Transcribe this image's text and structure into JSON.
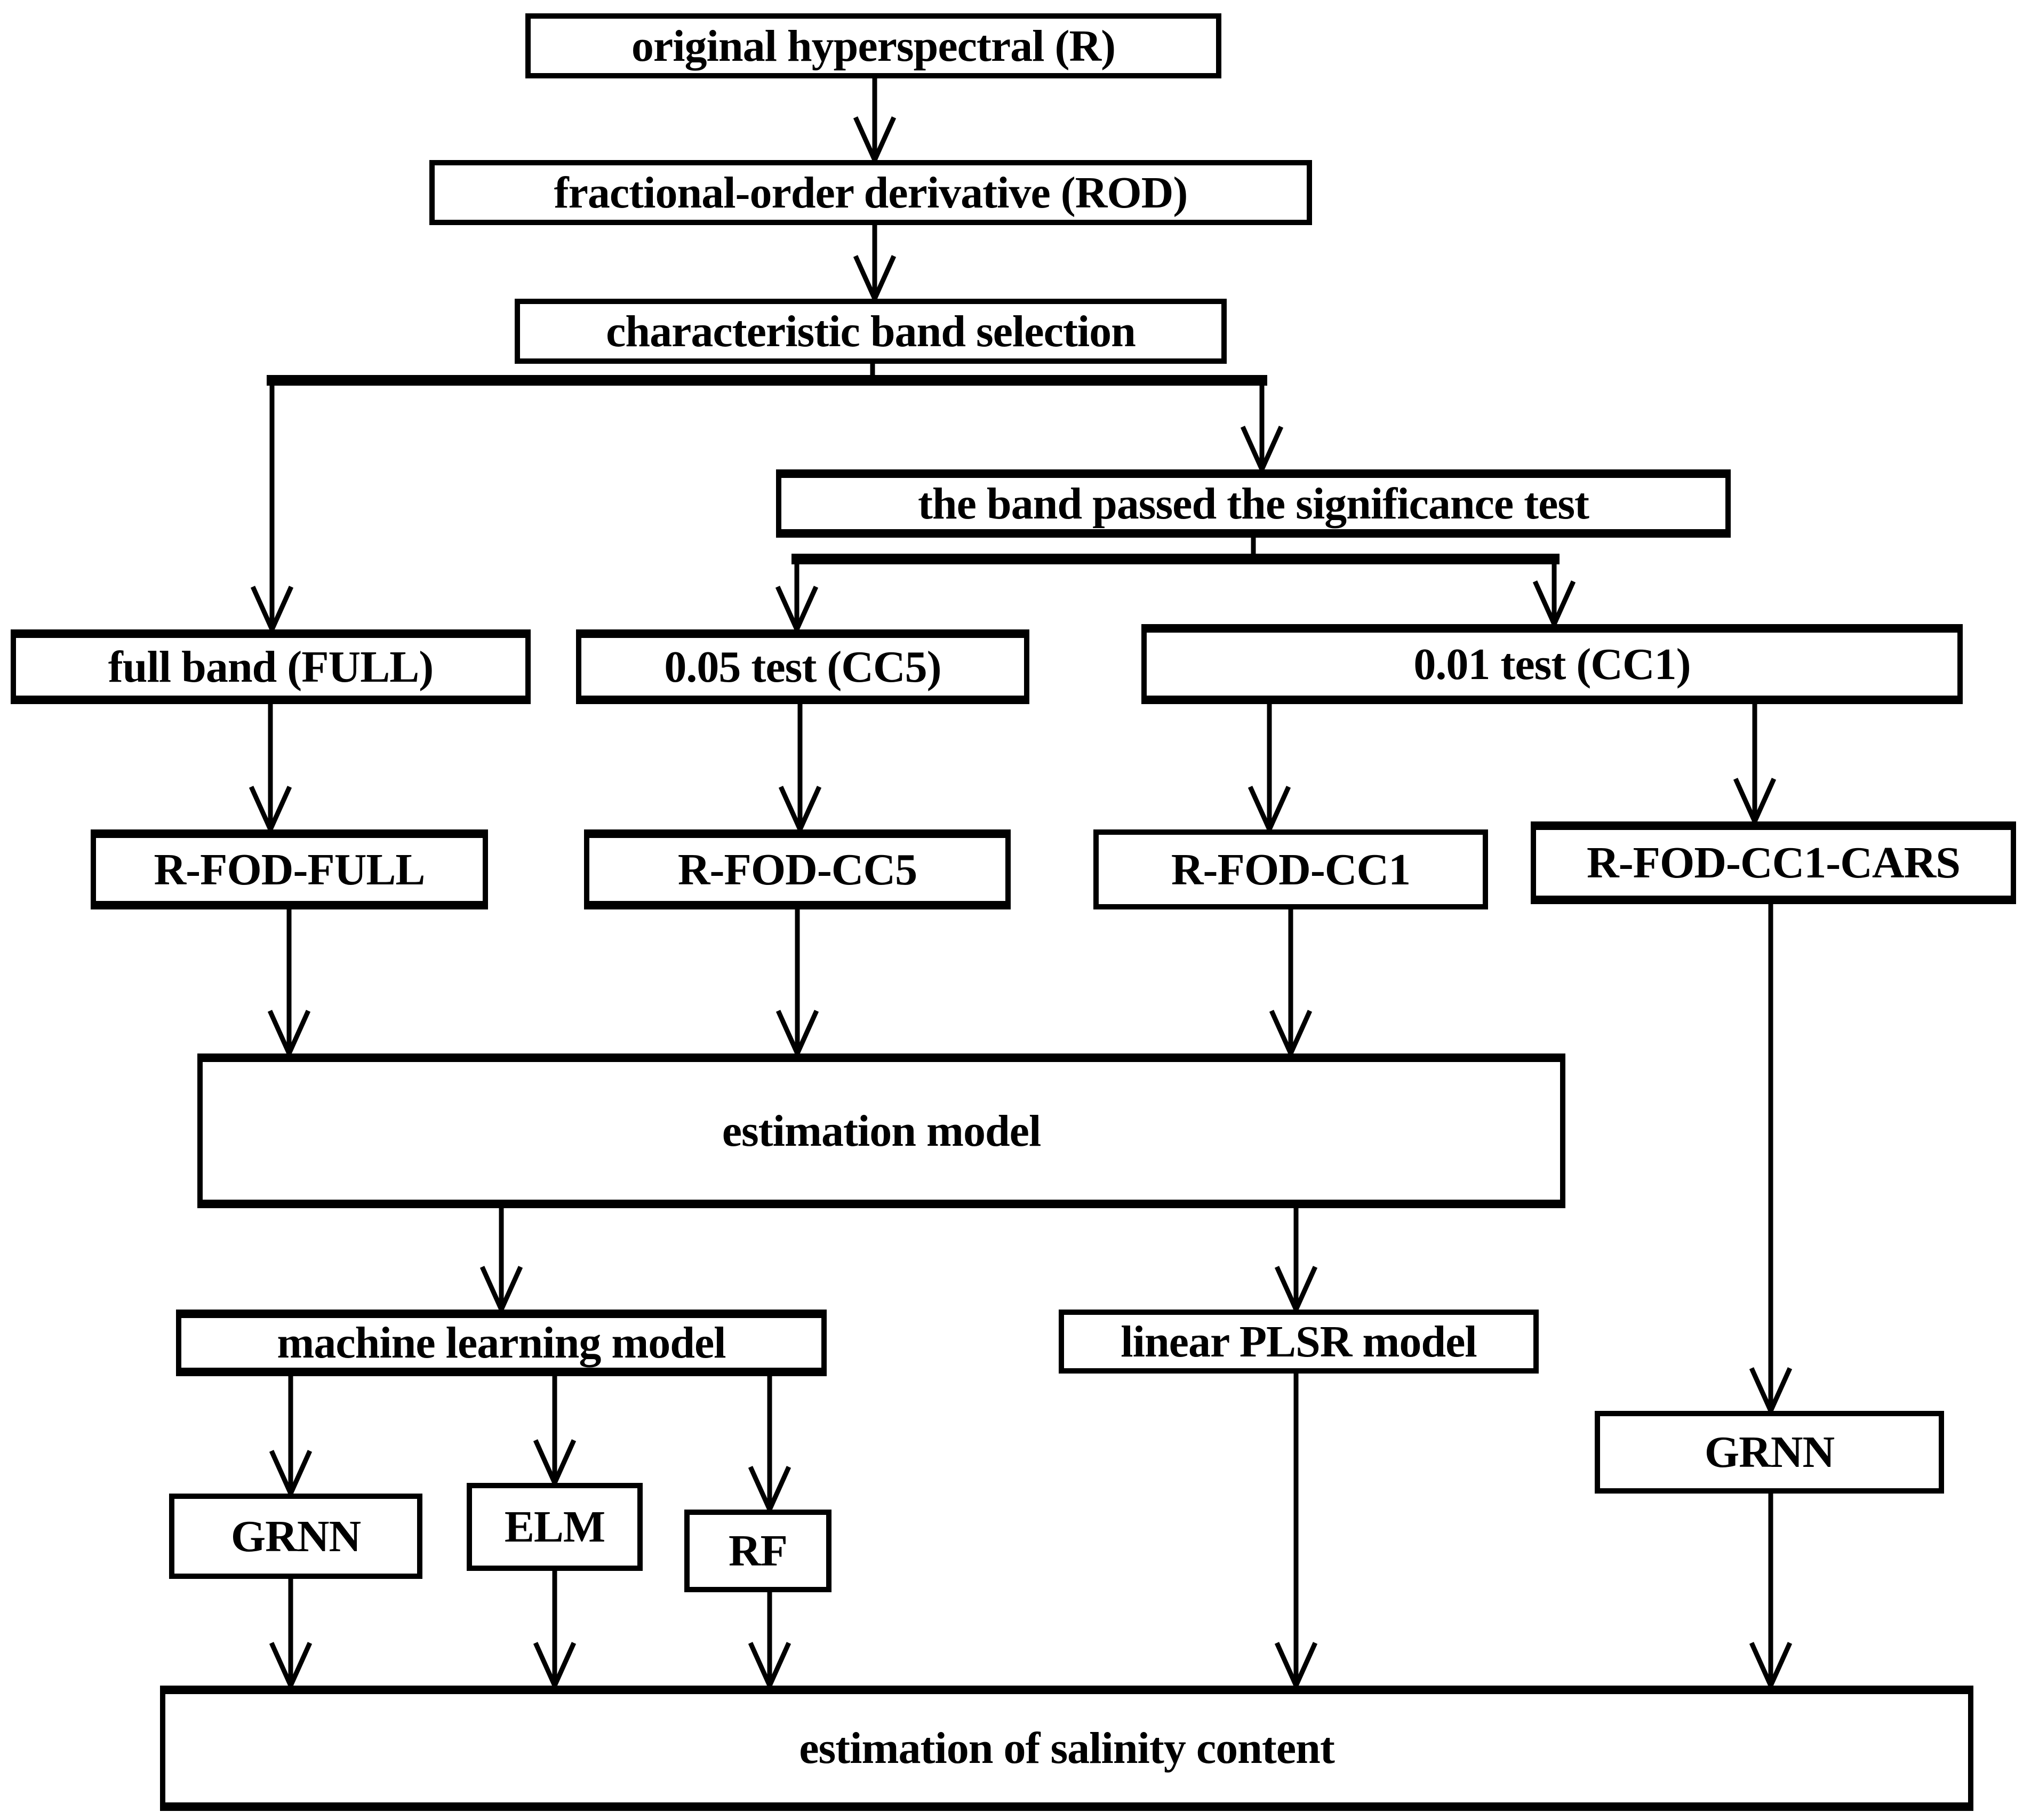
{
  "diagram": {
    "type": "flowchart",
    "background_color": "#ffffff",
    "line_color": "#000000",
    "box_fill": "#ffffff",
    "box_border_color": "#000000"
  },
  "nodes": {
    "original": {
      "label": "original hyperspectral (R)"
    },
    "fod": {
      "label": "fractional-order derivative (ROD)"
    },
    "band_selection": {
      "label": "characteristic band selection"
    },
    "significance": {
      "label": "the band passed the significance test"
    },
    "full_band": {
      "label": "full band (FULL)"
    },
    "cc5": {
      "label": "0.05 test (CC5)"
    },
    "cc1": {
      "label": "0.01 test (CC1)"
    },
    "r_fod_full": {
      "label": "R-FOD-FULL"
    },
    "r_fod_cc5": {
      "label": "R-FOD-CC5"
    },
    "r_fod_cc1": {
      "label": "R-FOD-CC1"
    },
    "r_fod_cc1_cars": {
      "label": "R-FOD-CC1-CARS"
    },
    "estimation_model": {
      "label": "estimation model"
    },
    "ml_model": {
      "label": "machine learning model"
    },
    "plsr": {
      "label": "linear PLSR model"
    },
    "grnn_left": {
      "label": "GRNN"
    },
    "elm": {
      "label": "ELM"
    },
    "rf": {
      "label": "RF"
    },
    "grnn_right": {
      "label": "GRNN"
    },
    "salinity": {
      "label": "estimation of salinity content"
    }
  },
  "edges": [
    {
      "from": "original hyperspectral (R)",
      "to": "fractional-order derivative (ROD)"
    },
    {
      "from": "fractional-order derivative (ROD)",
      "to": "characteristic band selection"
    },
    {
      "from": "characteristic band selection",
      "to": "full band (FULL)"
    },
    {
      "from": "characteristic band selection",
      "to": "the band passed the significance test"
    },
    {
      "from": "the band passed the significance test",
      "to": "0.05 test (CC5)"
    },
    {
      "from": "the band passed the significance test",
      "to": "0.01 test (CC1)"
    },
    {
      "from": "full band (FULL)",
      "to": "R-FOD-FULL"
    },
    {
      "from": "0.05 test (CC5)",
      "to": "R-FOD-CC5"
    },
    {
      "from": "0.01 test (CC1)",
      "to": "R-FOD-CC1"
    },
    {
      "from": "0.01 test (CC1)",
      "to": "R-FOD-CC1-CARS"
    },
    {
      "from": "R-FOD-FULL",
      "to": "estimation model"
    },
    {
      "from": "R-FOD-CC5",
      "to": "estimation model"
    },
    {
      "from": "R-FOD-CC1",
      "to": "estimation model"
    },
    {
      "from": "estimation model",
      "to": "machine learning model"
    },
    {
      "from": "estimation model",
      "to": "linear PLSR model"
    },
    {
      "from": "machine learning model",
      "to": "GRNN"
    },
    {
      "from": "machine learning model",
      "to": "ELM"
    },
    {
      "from": "machine learning model",
      "to": "RF"
    },
    {
      "from": "R-FOD-CC1-CARS",
      "to": "GRNN"
    },
    {
      "from": "GRNN",
      "to": "estimation of salinity content"
    },
    {
      "from": "ELM",
      "to": "estimation of salinity content"
    },
    {
      "from": "RF",
      "to": "estimation of salinity content"
    },
    {
      "from": "linear PLSR model",
      "to": "estimation of salinity content"
    },
    {
      "from": "GRNN (right)",
      "to": "estimation of salinity content"
    }
  ]
}
